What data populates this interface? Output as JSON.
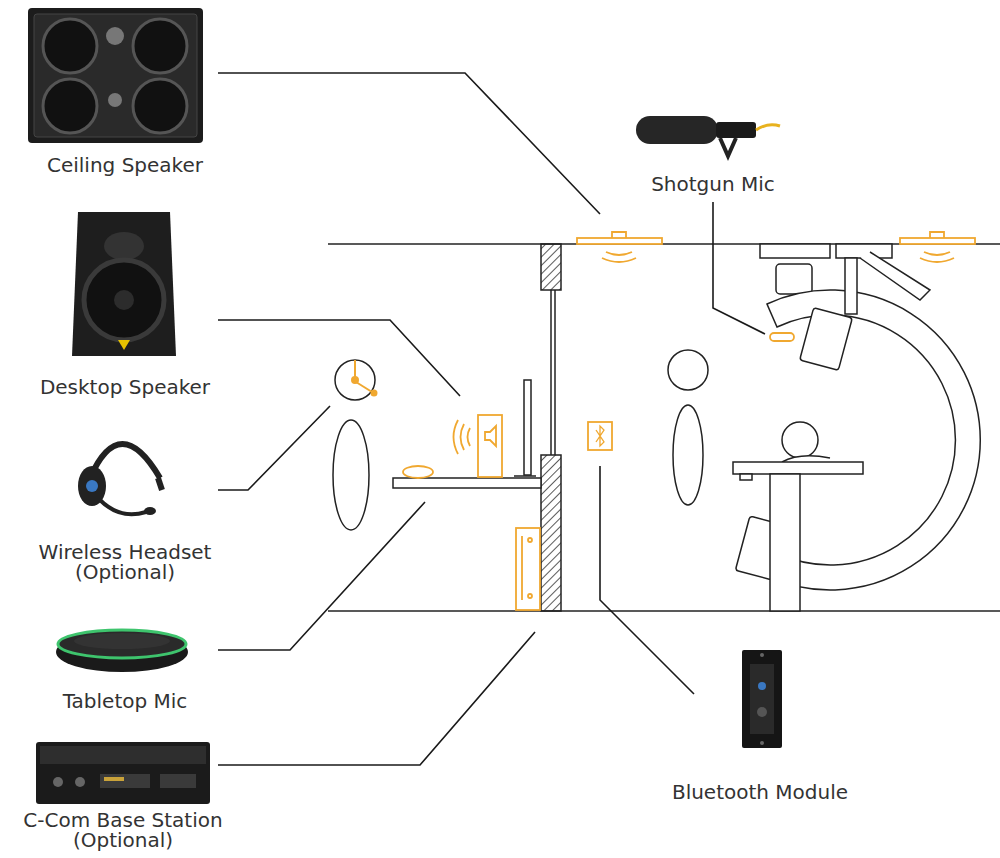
{
  "diagram": {
    "labels": [
      "Ceiling Speaker",
      "Desktop Speaker",
      "Wireless Headset (Optional)",
      "Tabletop Mic",
      "C-Com Base Station (Optional)",
      "Shotgun Mic",
      "Bluetooth Module"
    ]
  }
}
